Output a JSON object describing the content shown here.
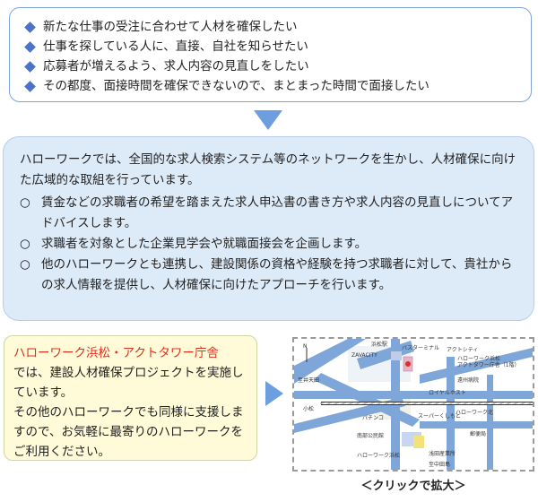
{
  "needs": {
    "items": [
      "新たな仕事の受注に合わせて人材を確保したい",
      "仕事を探している人に、直接、自社を知らせたい",
      "応募者が増えるよう、求人内容の見直しをしたい",
      "その都度、面接時間を確保できないので、まとまった時間で面接したい"
    ]
  },
  "support": {
    "intro": "ハローワークでは、全国的な求人検索システム等のネットワークを生かし、人材確保に向けた広域的な取組を行っています。",
    "marker": "○",
    "items": [
      "賃金などの求職者の希望を踏まえた求人申込書の書き方や求人内容の見直しについてアドバイスします。",
      "求職者を対象とした企業見学会や就職面接会を企画します。",
      "他のハローワークとも連携し、建設関係の資格や経験を持つ求職者に対して、貴社からの求人情報を提供し、人材確保に向けたアプローチを行います。"
    ]
  },
  "office": {
    "name": "ハローワーク浜松・アクトタワー庁舎",
    "text": "では、建設人材確保プロジェクトを実施しています。\n その他のハローワークでも同様に支援しますので、お気軽に最寄りのハローワークをご利用ください。"
  },
  "map": {
    "caption": "＜クリックで拡大＞",
    "labels": {
      "north": "N",
      "zavacity": "ZAVACITY",
      "hamamatsu_station_top": "浜松駅",
      "act_city": "アクトシティ",
      "hw_act": "ハローワーク浜松",
      "hw_act_sub": "アクトタワー庁舎（1階）",
      "busterminal": "バスターミナル",
      "enshu": "遠州病院",
      "royal_host": "ロイヤルホスト",
      "hw_hamamatsu": "ハローワーク浜松",
      "hw_north": "ハローワーク北",
      "parking": "パチンコ",
      "supermarket": "スーパーくしもと",
      "school": "南部公民館",
      "hospital": "浅田産業所",
      "post": "郵便局",
      "komatsu": "小松",
      "route_to": "至中田島",
      "shiritsu": "至井天田"
    }
  }
}
